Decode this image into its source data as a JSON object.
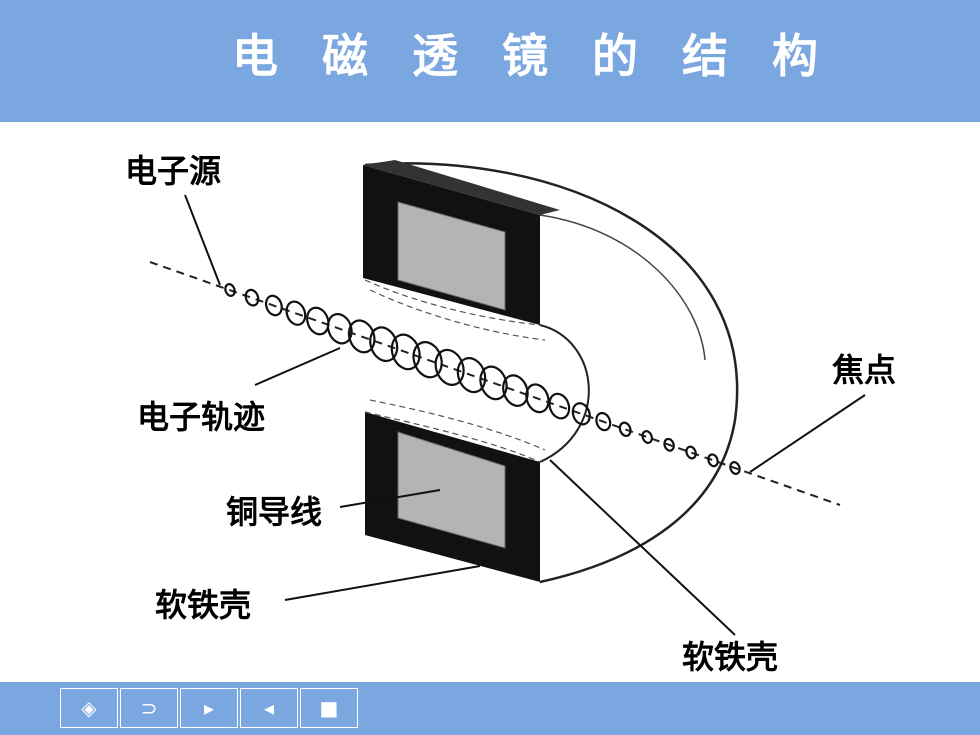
{
  "title": "电 磁 透 镜 的 结 构",
  "labels": {
    "electron_source": "电子源",
    "focus": "焦点",
    "electron_trajectory": "电子轨迹",
    "copper_wire": "铜导线",
    "soft_iron_shell_left": "软铁壳",
    "soft_iron_shell_bottom": "软铁壳"
  },
  "nav": {
    "home": "◈",
    "return": "⊃",
    "next": "▸",
    "prev": "◂",
    "end": "■"
  }
}
